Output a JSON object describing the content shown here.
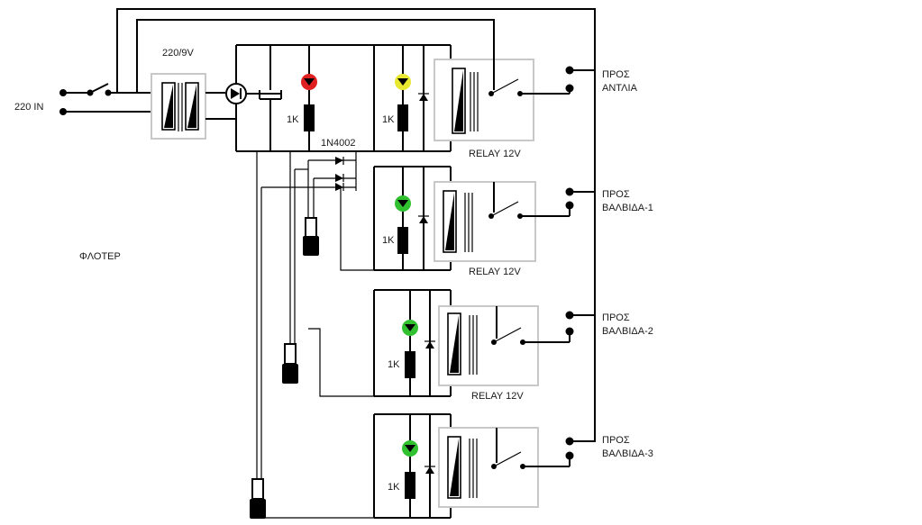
{
  "labels": {
    "input": "220 IN",
    "transformer": "220/9V",
    "float": "ΦΛΟΤΕΡ",
    "diode": "1N4002",
    "relay": "RELAY 12V",
    "resistor": "1K",
    "out_top": "ΠΡΟΣ"
  },
  "outputs": [
    {
      "line1": "ΠΡΟΣ",
      "line2": "ΑΝΤΛΙΑ"
    },
    {
      "line1": "ΠΡΟΣ",
      "line2": "ΒΑΛΒΙΔΑ-1"
    },
    {
      "line1": "ΠΡΟΣ",
      "line2": "ΒΑΛΒΙΔΑ-2"
    },
    {
      "line1": "ΠΡΟΣ",
      "line2": "ΒΑΛΒΙΔΑ-3"
    }
  ],
  "leds": [
    {
      "color": "#e02020"
    },
    {
      "color": "#e8e830"
    },
    {
      "color": "#30c030"
    },
    {
      "color": "#30c030"
    },
    {
      "color": "#30c030"
    }
  ],
  "colors": {
    "wire": "#000000",
    "box": "#c8c8c8"
  }
}
